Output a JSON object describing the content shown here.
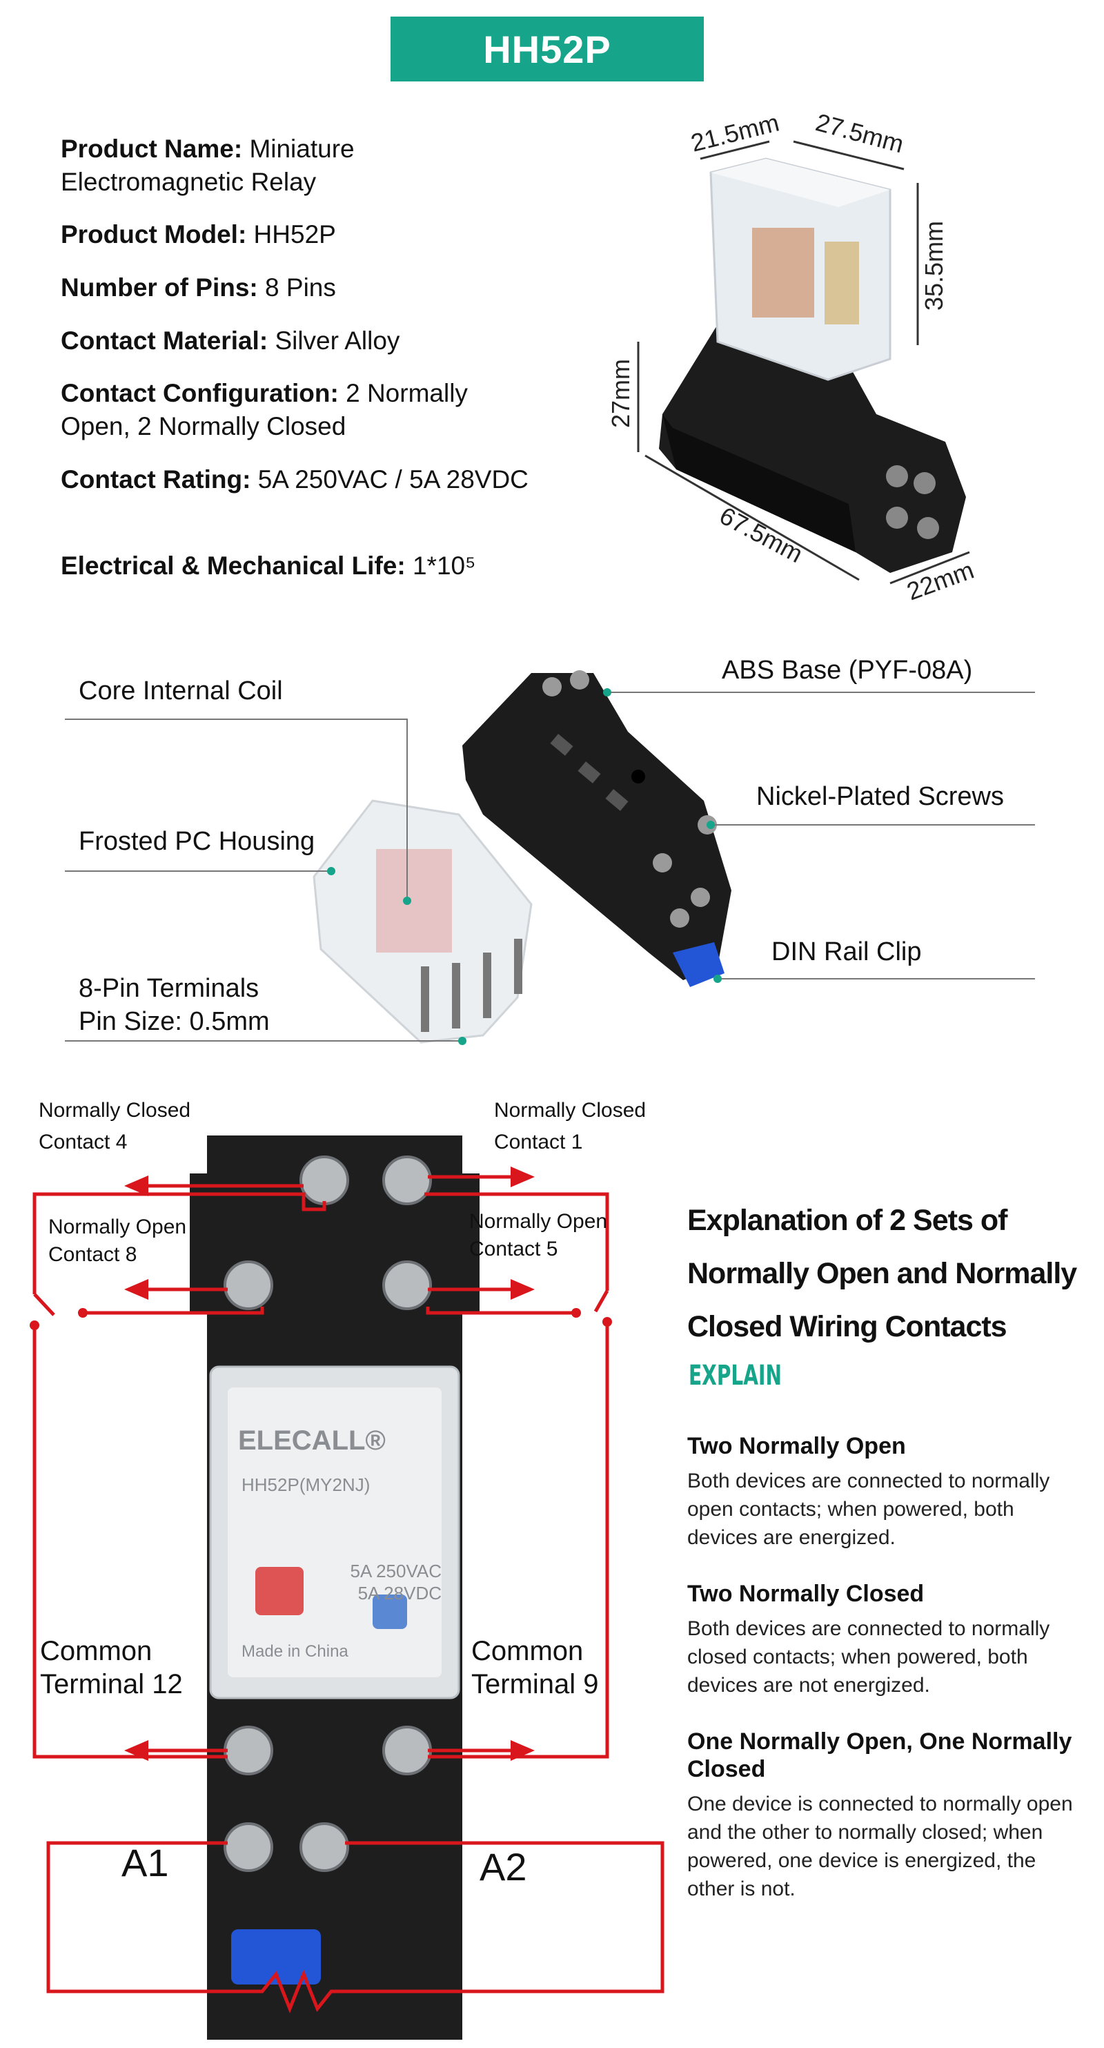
{
  "header": {
    "title": "HH52P"
  },
  "specs": [
    {
      "label": "Product Name:",
      "value": "Miniature Electromagnetic Relay"
    },
    {
      "label": "Product Model:",
      "value": "HH52P"
    },
    {
      "label": "Number of Pins:",
      "value": "8 Pins"
    },
    {
      "label": "Contact Material:",
      "value": "Silver Alloy"
    },
    {
      "label": "Contact Configuration:",
      "value": "2 Normally Open, 2 Normally Closed"
    },
    {
      "label": "Contact Rating:",
      "value": "5A 250VAC / 5A 28VDC"
    },
    {
      "label": "Electrical & Mechanical Life:",
      "value": "1*10⁵"
    }
  ],
  "dimensions": {
    "width_top": "21.5mm",
    "depth_top": "27.5mm",
    "relay_height": "35.5mm",
    "base_height": "27mm",
    "base_length": "67.5mm",
    "base_width": "22mm"
  },
  "parts": {
    "core_coil": "Core Internal Coil",
    "abs_base": "ABS Base (PYF-08A)",
    "housing": "Frosted PC Housing",
    "screws": "Nickel-Plated Screws",
    "din_clip": "DIN Rail Clip",
    "terminals_line1": "8-Pin Terminals",
    "terminals_line2": "Pin Size: 0.5mm"
  },
  "relay_print": {
    "brand": "ELECALL®",
    "model": "HH52P(MY2NJ)",
    "rating1": "5A 250VAC",
    "rating2": "5A 28VDC",
    "origin": "Made in China"
  },
  "wiring": {
    "nc4_line1": "Normally Closed",
    "nc4_line2": "Contact 4",
    "nc1_line1": "Normally Closed",
    "nc1_line2": "Contact 1",
    "no8_line1": "Normally Open",
    "no8_line2": "Contact 8",
    "no5_line1": "Normally Open",
    "no5_line2": "Contact 5",
    "ct12_line1": "Common",
    "ct12_line2": "Terminal 12",
    "ct9_line1": "Common",
    "ct9_line2": "Terminal 9",
    "a1": "A1",
    "a2": "A2"
  },
  "explanation": {
    "title": "Explanation of 2 Sets of Normally Open and Normally Closed Wiring Contacts",
    "tag": "EXPLAIN",
    "sections": [
      {
        "heading": "Two Normally Open",
        "body": "Both devices are connected to normally open contacts; when powered, both devices are energized."
      },
      {
        "heading": "Two Normally Closed",
        "body": "Both devices are connected to normally closed contacts; when powered, both devices are not energized."
      },
      {
        "heading": "One Normally Open, One Normally Closed",
        "body": "One device is connected to normally open and the other to normally closed; when powered, one device is energized, the other is not."
      }
    ]
  },
  "colors": {
    "accent": "#16a58a",
    "wire": "#d8161b",
    "base": "#1c1c1c"
  }
}
